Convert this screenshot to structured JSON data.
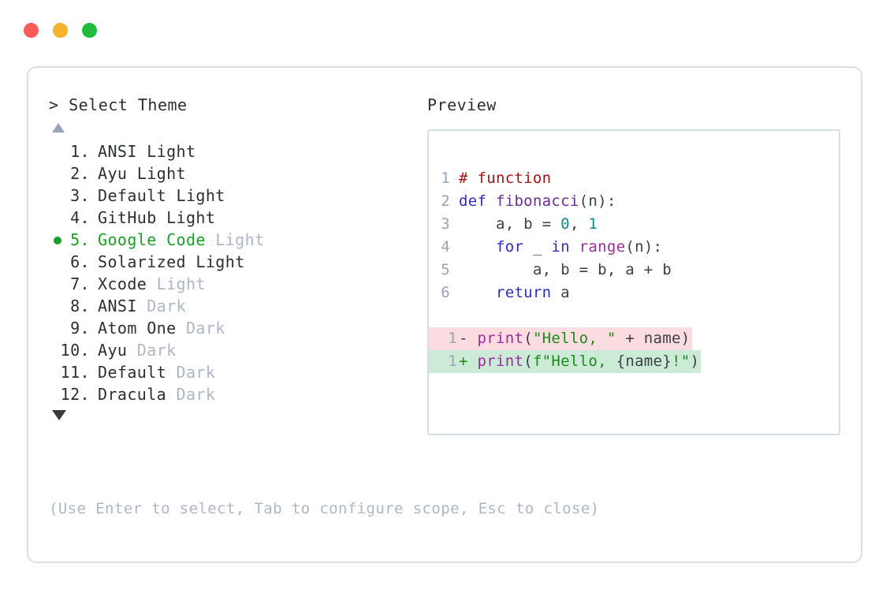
{
  "window": {
    "controls": [
      {
        "name": "close",
        "color": "#F75C55"
      },
      {
        "name": "minimize",
        "color": "#F7B32B"
      },
      {
        "name": "maximize",
        "color": "#22BC3C"
      }
    ]
  },
  "left_panel": {
    "prompt": "> Select Theme",
    "scroll_up_indicator": "▲",
    "scroll_down_indicator": "▼",
    "selected_index": 5,
    "items": [
      {
        "num": " 1.",
        "name": "ANSI",
        "suffix": " Light",
        "suffix_dim": false,
        "selected": false
      },
      {
        "num": " 2.",
        "name": "Ayu",
        "suffix": " Light",
        "suffix_dim": false,
        "selected": false
      },
      {
        "num": " 3.",
        "name": "Default",
        "suffix": " Light",
        "suffix_dim": false,
        "selected": false
      },
      {
        "num": " 4.",
        "name": "GitHub",
        "suffix": " Light",
        "suffix_dim": false,
        "selected": false
      },
      {
        "num": " 5.",
        "name": "Google Code",
        "suffix": " Light",
        "suffix_dim": true,
        "selected": true
      },
      {
        "num": " 6.",
        "name": "Solarized",
        "suffix": " Light",
        "suffix_dim": false,
        "selected": false
      },
      {
        "num": " 7.",
        "name": "Xcode",
        "suffix": " Light",
        "suffix_dim": true,
        "selected": false
      },
      {
        "num": " 8.",
        "name": "ANSI",
        "suffix": " Dark",
        "suffix_dim": true,
        "selected": false
      },
      {
        "num": " 9.",
        "name": "Atom One",
        "suffix": " Dark",
        "suffix_dim": true,
        "selected": false
      },
      {
        "num": "10.",
        "name": "Ayu",
        "suffix": " Dark",
        "suffix_dim": true,
        "selected": false
      },
      {
        "num": "11.",
        "name": "Default",
        "suffix": " Dark",
        "suffix_dim": true,
        "selected": false
      },
      {
        "num": "12.",
        "name": "Dracula",
        "suffix": " Dark",
        "suffix_dim": true,
        "selected": false
      }
    ],
    "hint": "(Use Enter to select, Tab to configure scope, Esc to close)"
  },
  "right_panel": {
    "label": "Preview",
    "code_lines": [
      {
        "gutter": "1",
        "tokens": [
          {
            "text": "# function",
            "cls": "t-comment"
          }
        ]
      },
      {
        "gutter": "2",
        "tokens": [
          {
            "text": "def ",
            "cls": "t-kw"
          },
          {
            "text": "fibonacci",
            "cls": "t-fn"
          },
          {
            "text": "(n):",
            "cls": "t-plain"
          }
        ]
      },
      {
        "gutter": "3",
        "tokens": [
          {
            "text": "    a, b = ",
            "cls": "t-plain"
          },
          {
            "text": "0",
            "cls": "t-num"
          },
          {
            "text": ", ",
            "cls": "t-plain"
          },
          {
            "text": "1",
            "cls": "t-num"
          }
        ]
      },
      {
        "gutter": "4",
        "tokens": [
          {
            "text": "    ",
            "cls": "t-plain"
          },
          {
            "text": "for",
            "cls": "t-kw"
          },
          {
            "text": " _ ",
            "cls": "t-plain"
          },
          {
            "text": "in",
            "cls": "t-kw"
          },
          {
            "text": " ",
            "cls": "t-plain"
          },
          {
            "text": "range",
            "cls": "t-builtin"
          },
          {
            "text": "(n):",
            "cls": "t-plain"
          }
        ]
      },
      {
        "gutter": "5",
        "tokens": [
          {
            "text": "        a, b = b, a + b",
            "cls": "t-plain"
          }
        ]
      },
      {
        "gutter": "6",
        "tokens": [
          {
            "text": "    ",
            "cls": "t-plain"
          },
          {
            "text": "return",
            "cls": "t-kw"
          },
          {
            "text": " a",
            "cls": "t-plain"
          }
        ]
      }
    ],
    "diff_lines": [
      {
        "kind": "del",
        "gutter": "1",
        "marker": "- ",
        "bg": "#FBDCE0",
        "tokens": [
          {
            "text": "print",
            "cls": "t-builtin"
          },
          {
            "text": "(",
            "cls": "t-plain"
          },
          {
            "text": "\"Hello, \"",
            "cls": "t-str"
          },
          {
            "text": " + name)",
            "cls": "t-plain"
          }
        ]
      },
      {
        "kind": "add",
        "gutter": "1",
        "marker": "+ ",
        "bg": "#CCEBD6",
        "tokens": [
          {
            "text": "print",
            "cls": "t-builtin"
          },
          {
            "text": "(",
            "cls": "t-plain"
          },
          {
            "text": "f\"Hello, ",
            "cls": "t-str"
          },
          {
            "text": "{name}",
            "cls": "t-plain"
          },
          {
            "text": "!\"",
            "cls": "t-str"
          },
          {
            "text": ")",
            "cls": "t-plain"
          }
        ]
      }
    ]
  },
  "colors": {
    "accent_green": "#1A9E28",
    "dim_text": "#AEB6C6",
    "text": "#2B2F36",
    "border": "#DADFE8",
    "diff_del_bg": "#FBDCE0",
    "diff_add_bg": "#CCEBD6"
  }
}
